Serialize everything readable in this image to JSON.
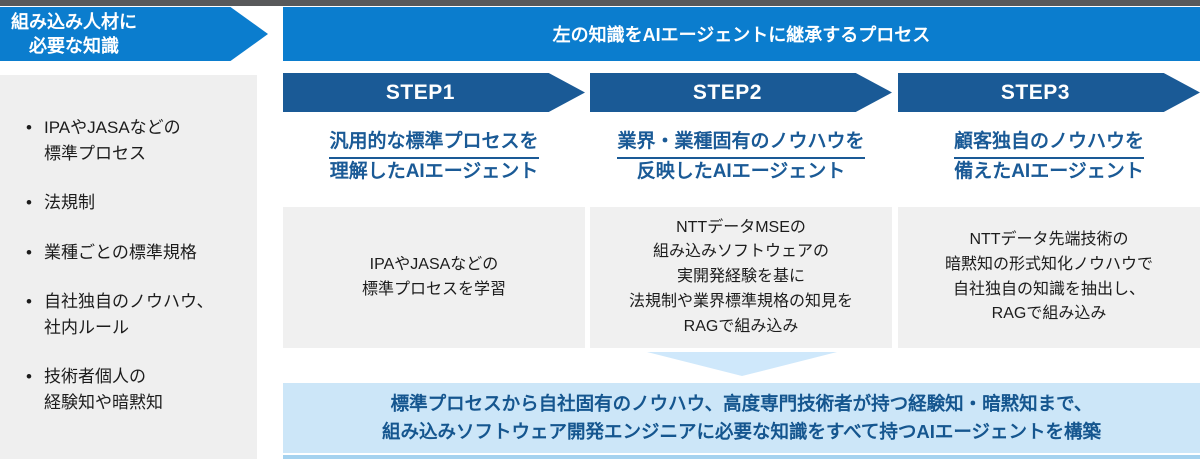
{
  "colors": {
    "bright_blue": "#0b7dce",
    "navy": "#1a5a96",
    "panel_gray": "#efefef",
    "light_blue": "#cce6f8",
    "topbar_gray": "#58595b"
  },
  "left": {
    "banner": "組み込み人材に\n必要な知識",
    "items": [
      "IPAやJASAなどの\n標準プロセス",
      "法規制",
      "業種ごとの標準規格",
      "自社独自のノウハウ、\n社内ルール",
      "技術者個人の\n経験知や暗黙知"
    ]
  },
  "header": {
    "title": "左の知識をAIエージェントに継承するプロセス"
  },
  "steps": [
    {
      "label": "STEP1",
      "title_underlined": "汎用的な標準プロセスを",
      "title_rest": "理解したAIエージェント",
      "detail": "IPAやJASAなどの\n標準プロセスを学習"
    },
    {
      "label": "STEP2",
      "title_underlined": "業界・業種固有のノウハウを",
      "title_rest": "反映したAIエージェント",
      "detail": "NTTデータMSEの\n組み込みソフトウェアの\n実開発経験を基に\n法規制や業界標準規格の知見を\nRAGで組み込み"
    },
    {
      "label": "STEP3",
      "title_underlined": "顧客独自のノウハウを",
      "title_rest": "備えたAIエージェント",
      "detail": "NTTデータ先端技術の\n暗黙知の形式知化ノウハウで\n自社独自の知識を抽出し、\nRAGで組み込み"
    }
  ],
  "conclusion": "標準プロセスから自社固有のノウハウ、高度専門技術者が持つ経験知・暗黙知まで、\n組み込みソフトウェア開発エンジニアに必要な知識をすべて持つAIエージェントを構築"
}
